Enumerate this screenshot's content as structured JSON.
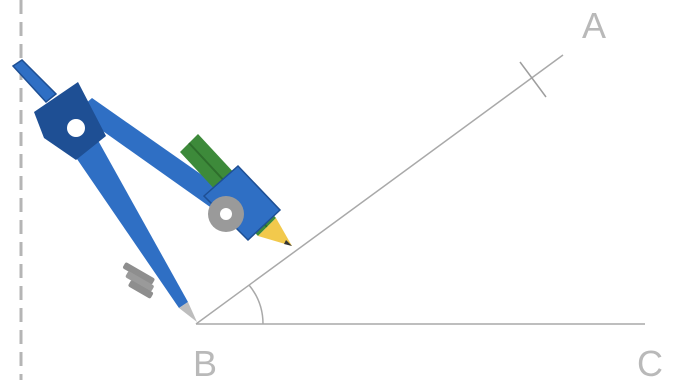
{
  "points": {
    "a": "A",
    "b": "B",
    "c": "C"
  },
  "colors": {
    "construction_line": "#a9a9a9",
    "guide_dashed": "#b5b5b5",
    "compass_blue": "#2f6fc4",
    "compass_dark": "#1e4f94",
    "pencil_green": "#3d8a3a",
    "pencil_tip": "#f2c94c",
    "screw_gray": "#8e8e8e"
  },
  "icons": {
    "compass": "drawing-compass-icon",
    "pencil": "pencil-icon"
  }
}
